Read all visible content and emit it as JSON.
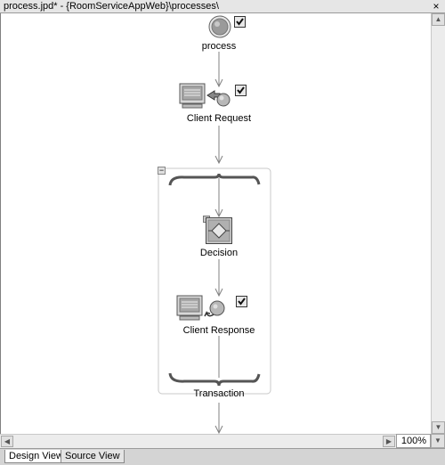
{
  "window": {
    "title": "process.jpd* - {RoomServiceAppWeb}\\processes\\",
    "close_glyph": "×"
  },
  "nodes": {
    "start": {
      "label": "process",
      "icon": "start-node-icon"
    },
    "client_request": {
      "label": "Client Request",
      "icon": "client-request-icon"
    },
    "decision": {
      "label": "Decision",
      "icon": "decision-icon"
    },
    "client_response": {
      "label": "Client Response",
      "icon": "client-response-icon"
    },
    "transaction": {
      "label": "Transaction",
      "collapse_glyph": "−"
    }
  },
  "zoom": {
    "value": "100%"
  },
  "tabs": [
    {
      "label": "Design View",
      "active": true
    },
    {
      "label": "Source View",
      "active": false
    }
  ],
  "colors": {
    "connector": "#808080",
    "group_border": "#c8c8c8"
  }
}
